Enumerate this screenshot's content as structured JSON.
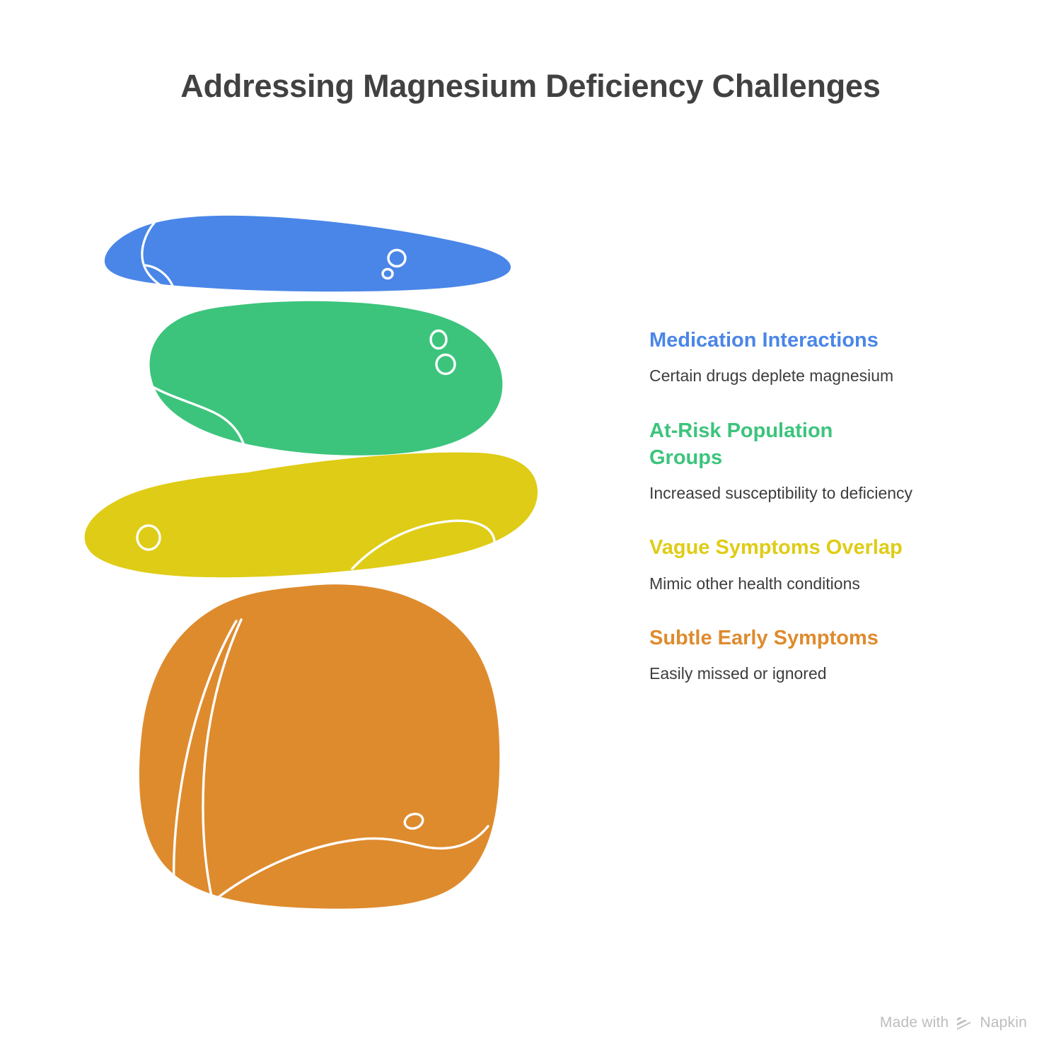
{
  "title": "Addressing Magnesium Deficiency Challenges",
  "colors": {
    "blue": "#4a86e8",
    "green": "#3cc47c",
    "yellow": "#dfcc16",
    "orange": "#de8b2e",
    "title_text": "#414141",
    "body_text": "#3d3d3d",
    "watermark": "#bdbdbd",
    "background": "#ffffff",
    "stone_detail_line": "#ffffff"
  },
  "stones": [
    {
      "name": "blue-stone",
      "color_key": "blue",
      "label": "Medication Interactions"
    },
    {
      "name": "green-stone",
      "color_key": "green",
      "label": "At-Risk Population Groups"
    },
    {
      "name": "yellow-stone",
      "color_key": "yellow",
      "label": "Vague Symptoms Overlap"
    },
    {
      "name": "orange-stone",
      "color_key": "orange",
      "label": "Subtle Early Symptoms"
    }
  ],
  "legend": {
    "items": [
      {
        "heading": "Medication Interactions",
        "description": "Certain drugs deplete magnesium",
        "color": "#4a86e8"
      },
      {
        "heading": "At-Risk Population Groups",
        "description": "Increased susceptibility to deficiency",
        "color": "#3cc47c"
      },
      {
        "heading": "Vague Symptoms Overlap",
        "description": "Mimic other health conditions",
        "color": "#dfcc16"
      },
      {
        "heading": "Subtle Early Symptoms",
        "description": "Easily missed or ignored",
        "color": "#de8b2e"
      }
    ]
  },
  "watermark": {
    "prefix": "Made with",
    "brand": "Napkin",
    "logo_icon": "napkin-striped-triangle-icon"
  }
}
